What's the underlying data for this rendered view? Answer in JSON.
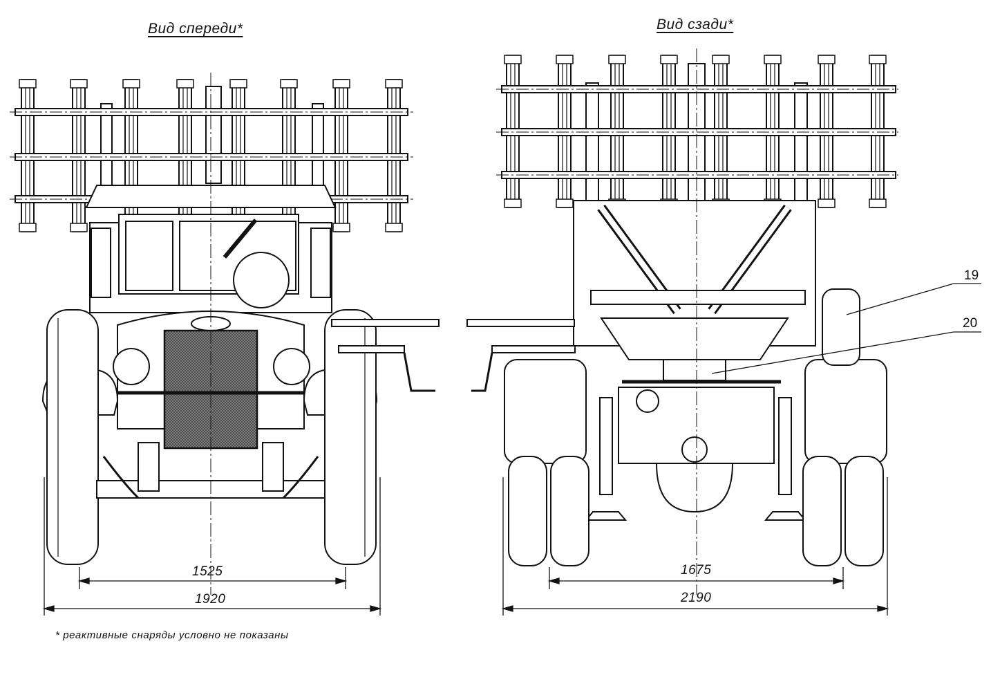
{
  "views": {
    "front": {
      "title": "Вид спереди*"
    },
    "rear": {
      "title": "Вид сзади*"
    }
  },
  "dimensions": {
    "front_track": "1525",
    "front_width": "1920",
    "rear_track": "1675",
    "rear_width": "2190"
  },
  "callouts": {
    "c19": "19",
    "c20": "20"
  },
  "footnote": "* реактивные снаряды условно не показаны",
  "colors": {
    "ink": "#111111",
    "paper": "#ffffff",
    "hatch": "#555555"
  }
}
